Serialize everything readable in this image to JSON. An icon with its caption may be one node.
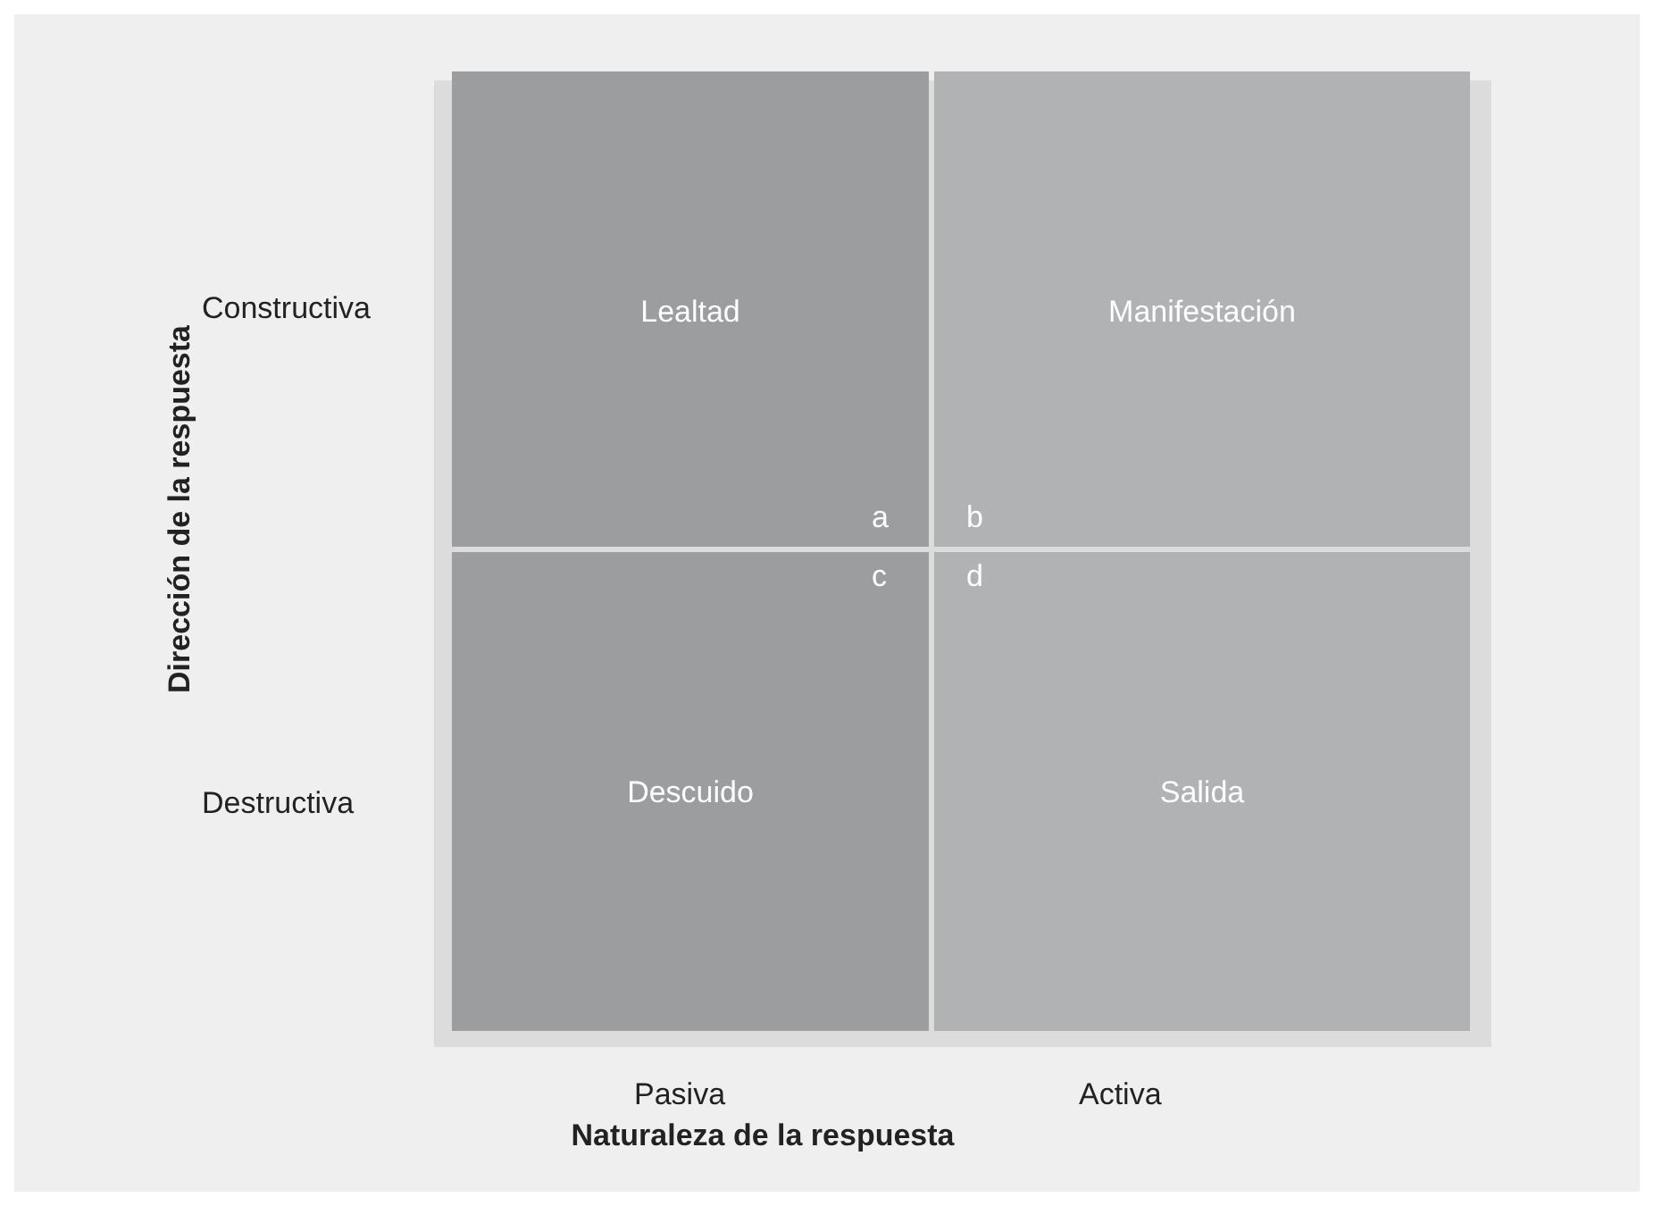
{
  "diagram": {
    "nodes": [
      {
        "text": [
          "Lealtad"
        ]
      },
      {
        "text": [
          "Manifestación"
        ]
      },
      {
        "text": [
          "Descuido"
        ]
      },
      {
        "text": [
          "Salida"
        ]
      }
    ],
    "edges": [],
    "labels": [
      "Constructiva",
      "a",
      "b",
      "c",
      "d",
      "Dirección de la respuesta",
      "Destructiva",
      "Pasiva",
      "Activa",
      "Naturaleza de la respuesta"
    ]
  }
}
